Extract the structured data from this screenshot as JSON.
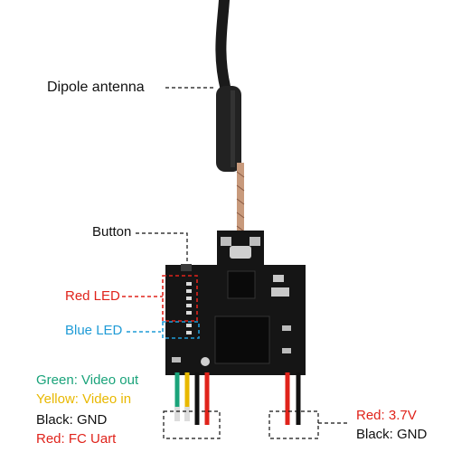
{
  "labels": {
    "antenna": "Dipole antenna",
    "button": "Button",
    "red_led": "Red LED",
    "blue_led": "Blue LED",
    "green_wire": "Green: Video out",
    "yellow_wire": "Yellow: Video in",
    "black_wire_left": "Black: GND",
    "red_wire_left": "Red: FC Uart",
    "red_wire_right": "Red: 3.7V",
    "black_wire_right": "Black: GND"
  },
  "colors": {
    "green": "#1aa37a",
    "yellow": "#e8b800",
    "red": "#e0231b",
    "blue": "#1f9bd6",
    "black": "#111111",
    "pcb": "#151515"
  }
}
